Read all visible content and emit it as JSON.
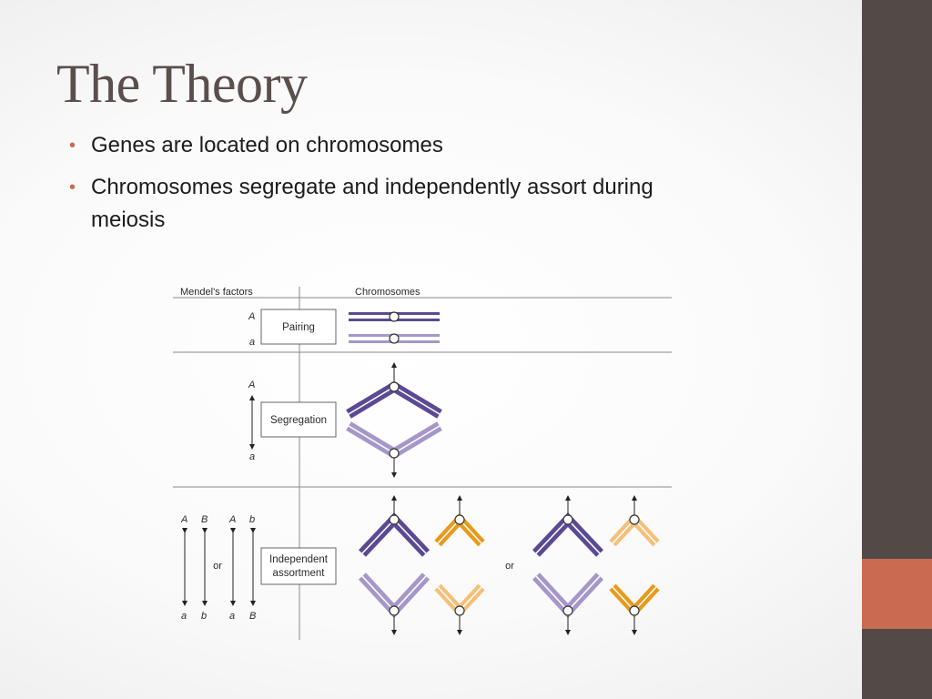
{
  "slide": {
    "title": "The Theory",
    "bullets": [
      "Genes are located on chromosomes",
      "Chromosomes segregate and independently assort during meiosis"
    ]
  },
  "diagram": {
    "header_left": "Mendel's factors",
    "header_right": "Chromosomes",
    "rows": [
      {
        "label": "Pairing",
        "factors": [
          "A",
          "a"
        ]
      },
      {
        "label": "Segregation",
        "factors": [
          "A",
          "a"
        ]
      },
      {
        "label_line1": "Independent",
        "label_line2": "assortment",
        "top_factors": [
          "A",
          "B",
          "A",
          "b"
        ],
        "bottom_factors": [
          "a",
          "b",
          "a",
          "B"
        ],
        "or_left": "or",
        "or_right": "or"
      }
    ]
  },
  "colors": {
    "dark_purple": "#5b4a93",
    "light_purple": "#a597c8",
    "dark_orange": "#e89a1c",
    "light_orange": "#f4c07a",
    "sidebar": "#534a48",
    "accent": "#c96b51"
  }
}
